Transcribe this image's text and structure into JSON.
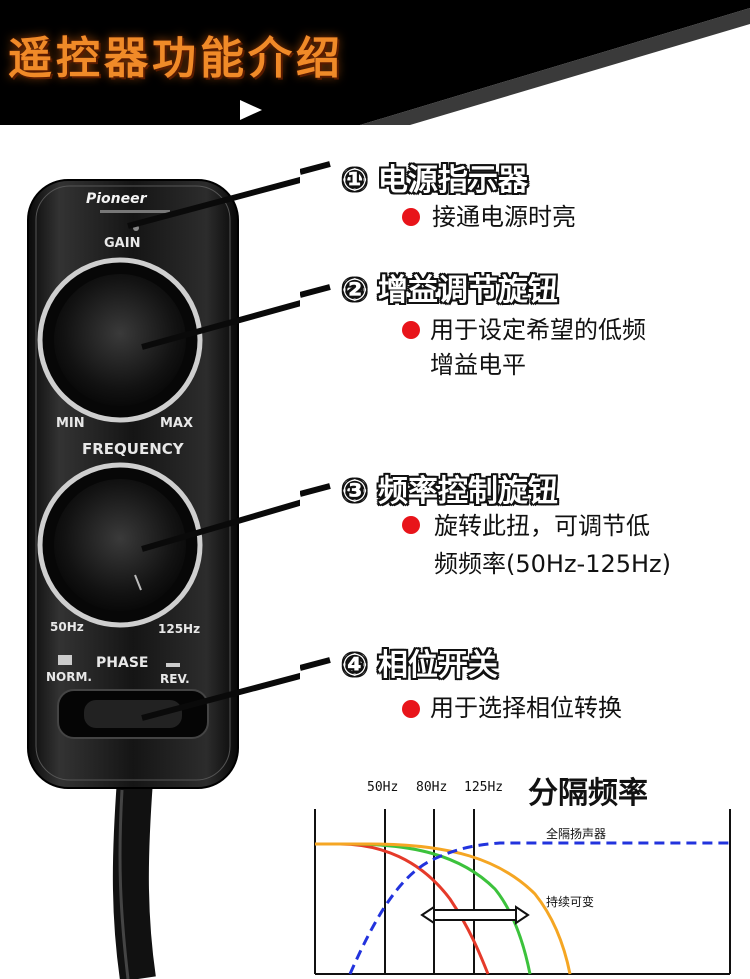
{
  "header": {
    "title": "遥控器功能介绍"
  },
  "remote": {
    "brand": "Pioneer",
    "gain_label": "GAIN",
    "min_label": "MIN",
    "max_label": "MAX",
    "frequency_label": "FREQUENCY",
    "freq_low_label": "50Hz",
    "freq_high_label": "125Hz",
    "phase_label": "PHASE",
    "norm_label": "NORM.",
    "rev_label": "REV."
  },
  "features": [
    {
      "title": "① 电源指示器",
      "desc": [
        "接通电源时亮"
      ]
    },
    {
      "title": "② 增益调节旋钮",
      "desc": [
        "用于设定希望的低频",
        "增益电平"
      ]
    },
    {
      "title": "③ 频率控制旋钮",
      "desc": [
        "旋转此扭，可调节低",
        "频频率(50Hz-125Hz)"
      ]
    },
    {
      "title": "④ 相位开关",
      "desc": [
        "用于选择相位转换"
      ]
    }
  ],
  "graph": {
    "title": "分隔频率",
    "freq_labels": [
      "50Hz",
      "80Hz",
      "125Hz"
    ],
    "full_range_label": "全隔扬声器",
    "variable_label": "持续可变"
  },
  "colors": {
    "title_orange": "#f08a28",
    "bullet_red": "#e8141a",
    "curve_red": "#e53a2a",
    "curve_green": "#3cc23c",
    "curve_orange": "#f5a623",
    "curve_blue": "#2233dd"
  }
}
